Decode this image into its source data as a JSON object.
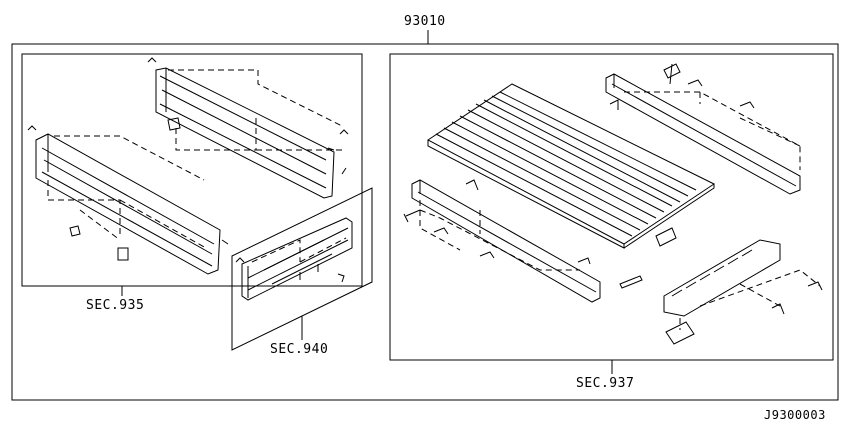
{
  "diagram": {
    "assembly_part_no": "93010",
    "sections": [
      {
        "id": "left",
        "label": "SEC.935"
      },
      {
        "id": "tailgate",
        "label": "SEC.940"
      },
      {
        "id": "floor",
        "label": "SEC.937"
      }
    ],
    "drawing_no": "J9300003"
  }
}
